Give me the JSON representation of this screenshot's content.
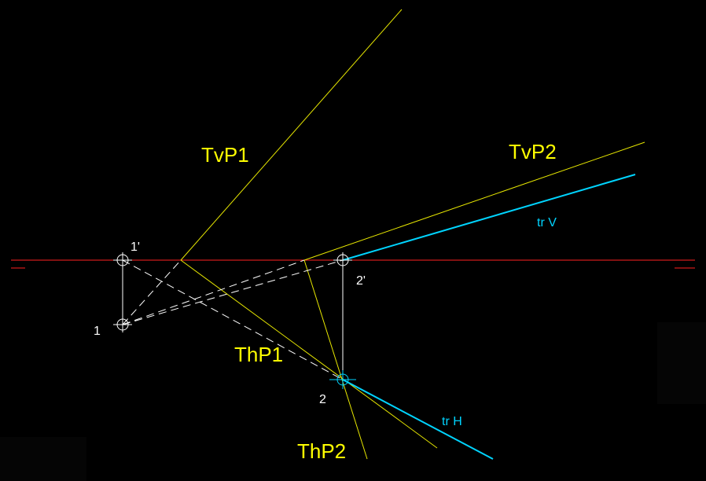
{
  "labels": {
    "tvp1": "TvP1",
    "tvp2": "TvP2",
    "thp1": "ThP1",
    "thp2": "ThP2",
    "tr_v": "tr V",
    "tr_h": "tr H",
    "p1": "1",
    "p1_prime": "1'",
    "p2": "2",
    "p2_prime": "2'"
  },
  "colors": {
    "background": "#000000",
    "ground_line": "#ff2020",
    "plane_traces": "#ffff00",
    "line_traces": "#00d4ff",
    "construction": "#ffffff",
    "labels_main": "#ffff00",
    "labels_points": "#ffffff"
  }
}
